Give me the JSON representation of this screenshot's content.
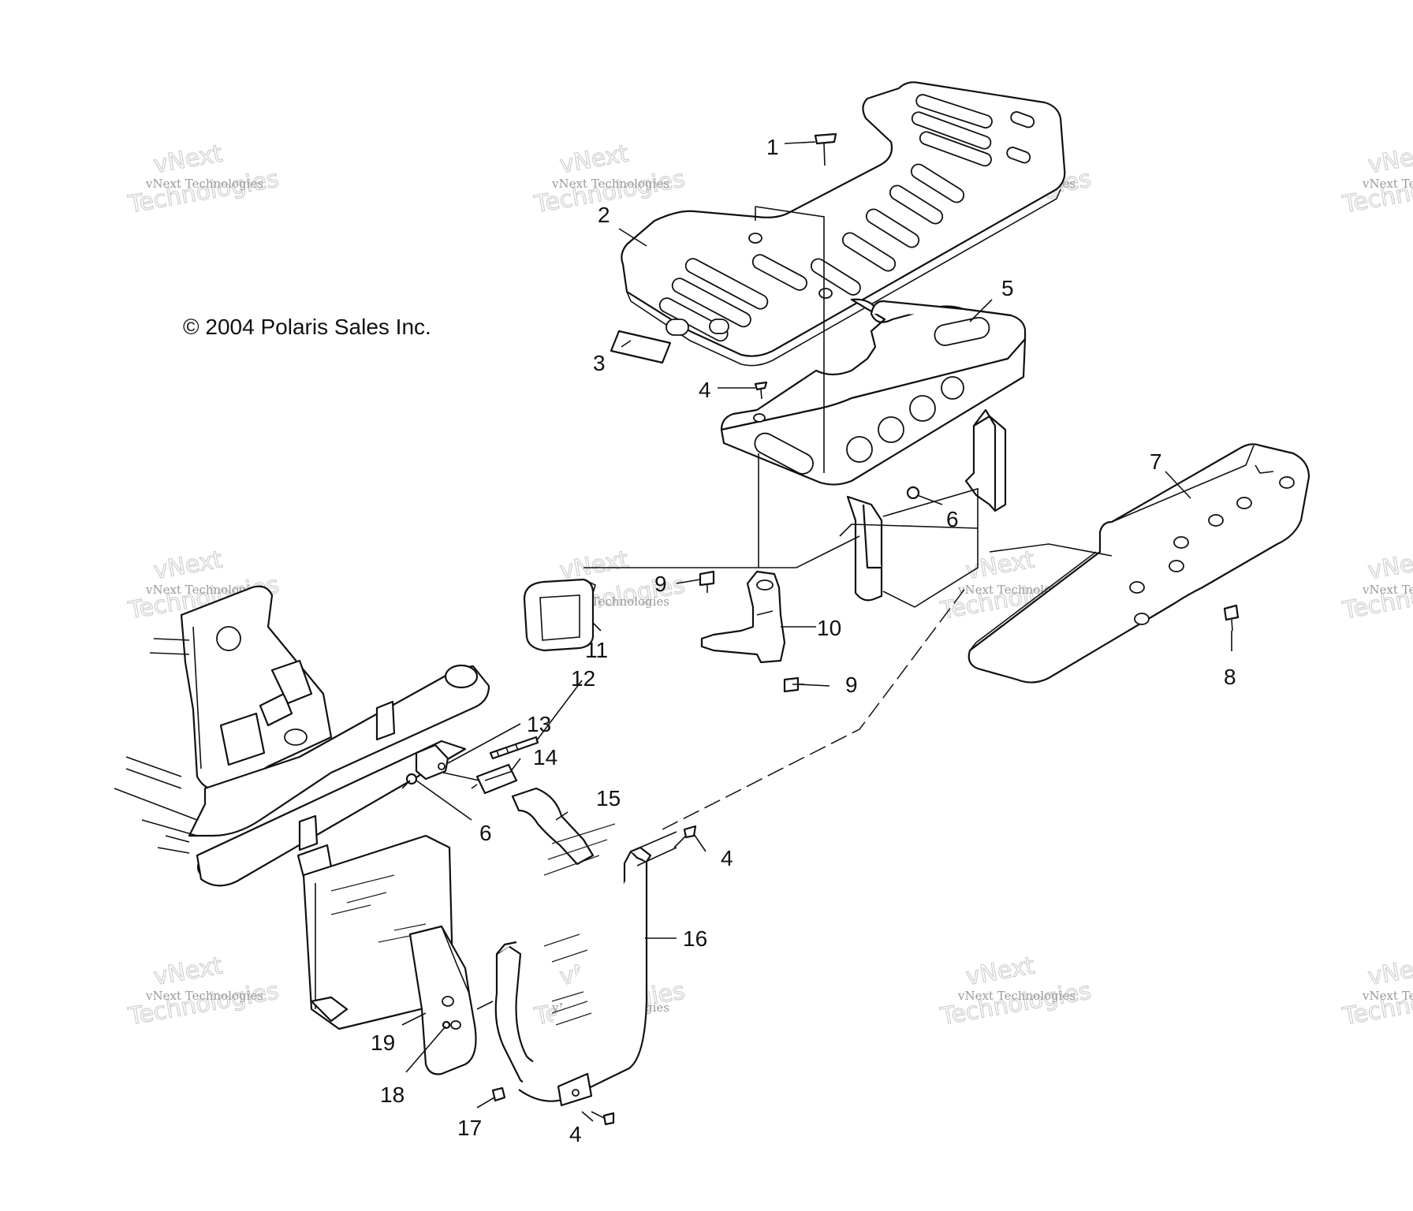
{
  "copyright": "© 2004 Polaris Sales Inc.",
  "watermark": {
    "line_small": "vNext Technologies",
    "line_big_a": "vNext",
    "line_big_b": "Technologies"
  },
  "callouts": {
    "c1": "1",
    "c2": "2",
    "c3": "3",
    "c4a": "4",
    "c5": "5",
    "c6a": "6",
    "c7": "7",
    "c8": "8",
    "c9a": "9",
    "c9b": "9",
    "c10": "10",
    "c11": "11",
    "c12": "12",
    "c13": "13",
    "c14": "14",
    "c15": "15",
    "c6b": "6",
    "c4b": "4",
    "c16": "16",
    "c19": "19",
    "c18": "18",
    "c17": "17",
    "c4c": "4"
  }
}
